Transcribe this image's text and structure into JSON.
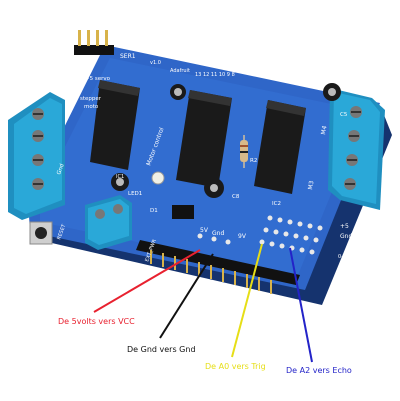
{
  "colors": {
    "board": "#2f66c8",
    "board_dark": "#1e4a9e",
    "terminal": "#2aa8d8",
    "chip": "#1a1a1a",
    "red": "#e8212f",
    "black": "#111111",
    "yellow": "#e6de16",
    "blue": "#2323c8"
  },
  "board": {
    "name": "SER1",
    "version": "v1.0",
    "header_text": "Adafruit",
    "pin_numbers": "13 12 11 10 9 8",
    "left_label_1": "+5 servo",
    "left_label_2": "stepper",
    "left_label_3": "moto",
    "motor_control": "Motor control",
    "m3": "M3",
    "m4": "M4",
    "ic1": "IC1",
    "ic2": "IC2",
    "led1": "LED1",
    "gnd_top": "Gnd",
    "power_5v": "5V",
    "power_gnd": "Gnd",
    "power_9v": "9V",
    "right_5v": "+5",
    "right_gnd": "Gnd",
    "reset": "RESET",
    "ext_pwr": "EXT_PWR",
    "c8": "C8",
    "r2": "R2",
    "c5": "C5",
    "d1": "D1",
    "analog": "0-5"
  },
  "annotations": [
    {
      "text": "De 5volts vers VCC",
      "color": "red"
    },
    {
      "text": "De Gnd vers Gnd",
      "color": "black"
    },
    {
      "text": "De A0 vers Trig",
      "color": "yellow"
    },
    {
      "text": "De A2 vers Echo",
      "color": "blue"
    }
  ]
}
